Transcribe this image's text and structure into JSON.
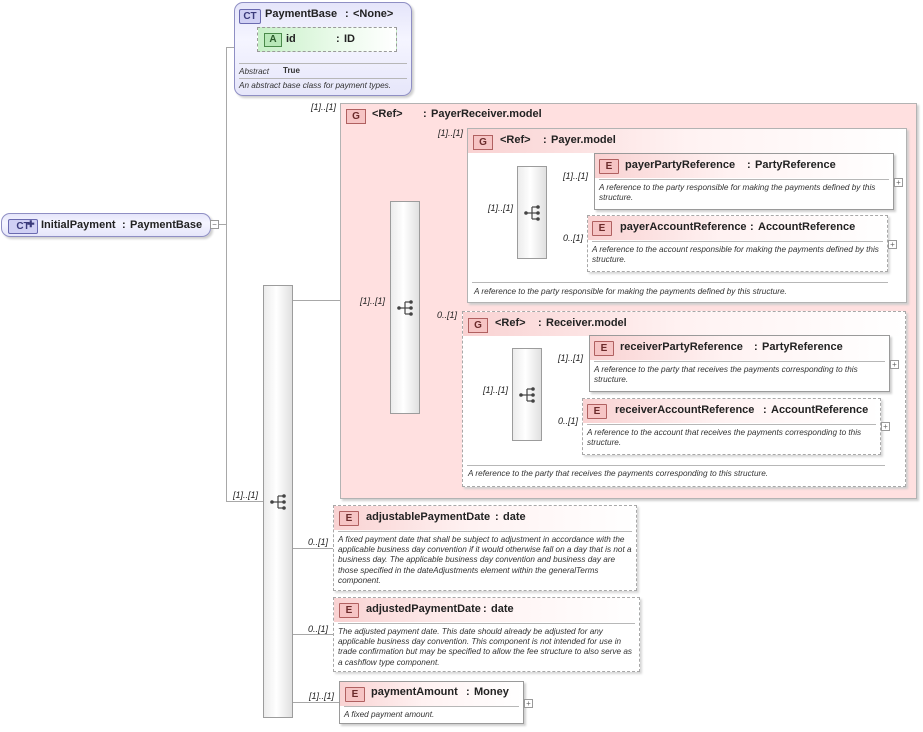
{
  "root": {
    "tag": "CT",
    "name": "InitialPayment",
    "type": "PaymentBase"
  },
  "base": {
    "tag": "CT",
    "name": "PaymentBase",
    "type": "<None>",
    "attr_tag": "A",
    "attr_name": "id",
    "attr_type": "ID",
    "prop_key": "Abstract",
    "prop_value": "True",
    "desc": "An abstract base class for payment types."
  },
  "separator": ":",
  "minus_glyph": "−",
  "plus_glyph": "+",
  "colors": {
    "group_bg": "#ffe0e0",
    "element_tag": "#f6c4c4",
    "complex_type": "#e5e5fa",
    "attribute": "#d8f5d8"
  },
  "payer_receiver_group": {
    "tag": "G",
    "ref": "<Ref>",
    "name": "PayerReceiver.model",
    "mult": "[1]..[1]"
  },
  "payer_model": {
    "tag": "G",
    "ref": "<Ref>",
    "name": "Payer.model",
    "mult": "[1]..[1]",
    "desc": "A reference to the party responsible for making the payments defined by this structure."
  },
  "receiver_model": {
    "tag": "G",
    "ref": "<Ref>",
    "name": "Receiver.model",
    "mult": "0..[1]",
    "desc": "A reference to the party that receives the payments corresponding to this structure."
  },
  "seq_mults": {
    "outer": "[1]..[1]",
    "middle": "[1]..[1]",
    "payer": "[1]..[1]",
    "receiver": "[1]..[1]"
  },
  "elements": {
    "payer_party": {
      "tag": "E",
      "name": "payerPartyReference",
      "type": "PartyReference",
      "mult": "[1]..[1]",
      "desc": "A reference to the party responsible for making the payments defined by this structure."
    },
    "payer_account": {
      "tag": "E",
      "name": "payerAccountReference",
      "type": "AccountReference",
      "mult": "0..[1]",
      "desc": "A reference to the account responsible for making the payments defined by this structure."
    },
    "receiver_party": {
      "tag": "E",
      "name": "receiverPartyReference",
      "type": "PartyReference",
      "mult": "[1]..[1]",
      "desc": "A reference to the party that receives the payments corresponding to this structure."
    },
    "receiver_account": {
      "tag": "E",
      "name": "receiverAccountReference",
      "type": "AccountReference",
      "mult": "0..[1]",
      "desc": "A reference to the account that receives the payments corresponding to this structure."
    },
    "adjustable_date": {
      "tag": "E",
      "name": "adjustablePaymentDate",
      "type": "date",
      "mult": "0..[1]",
      "desc": "A fixed payment date that shall be subject to adjustment in accordance with the applicable business day convention if it would otherwise fall on a day that is not a business day. The applicable business day convention and business day are those specified in the dateAdjustments element within the generalTerms component."
    },
    "adjusted_date": {
      "tag": "E",
      "name": "adjustedPaymentDate",
      "type": "date",
      "mult": "0..[1]",
      "desc": "The adjusted payment date. This date should already be adjusted for any applicable business day convention. This component is not intended for use in trade confirmation but may be specified to allow the fee structure to also serve as a cashflow type component."
    },
    "payment_amount": {
      "tag": "E",
      "name": "paymentAmount",
      "type": "Money",
      "mult": "[1]..[1]",
      "desc": "A fixed payment amount."
    }
  }
}
